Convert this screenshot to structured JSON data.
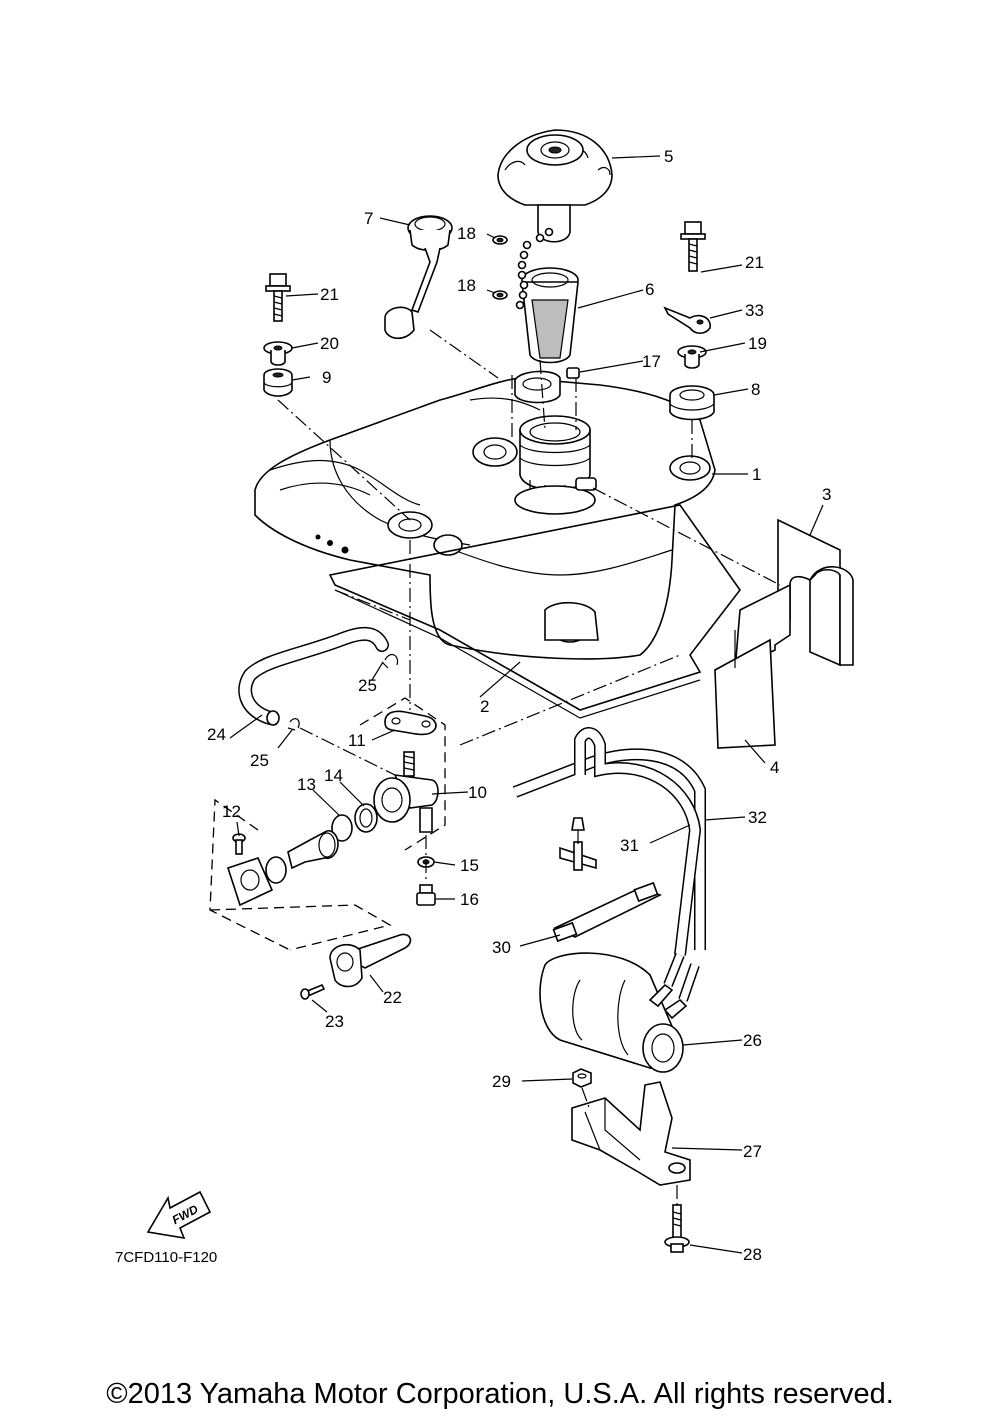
{
  "diagram_code": "7CFD110-F120",
  "fwd_label": "FWD",
  "copyright": "©2013 Yamaha Motor Corporation, U.S.A. All rights reserved.",
  "callouts": {
    "c1": "1",
    "c2": "2",
    "c3": "3",
    "c4": "4",
    "c5": "5",
    "c6": "6",
    "c7": "7",
    "c8": "8",
    "c9": "9",
    "c10": "10",
    "c11": "11",
    "c12": "12",
    "c13": "13",
    "c14": "14",
    "c15": "15",
    "c16": "16",
    "c17": "17",
    "c18a": "18",
    "c18b": "18",
    "c19": "19",
    "c20": "20",
    "c21a": "21",
    "c21b": "21",
    "c22": "22",
    "c23": "23",
    "c24": "24",
    "c25a": "25",
    "c25b": "25",
    "c26": "26",
    "c27": "27",
    "c28": "28",
    "c29": "29",
    "c30": "30",
    "c31": "31",
    "c32": "32",
    "c33": "33"
  }
}
